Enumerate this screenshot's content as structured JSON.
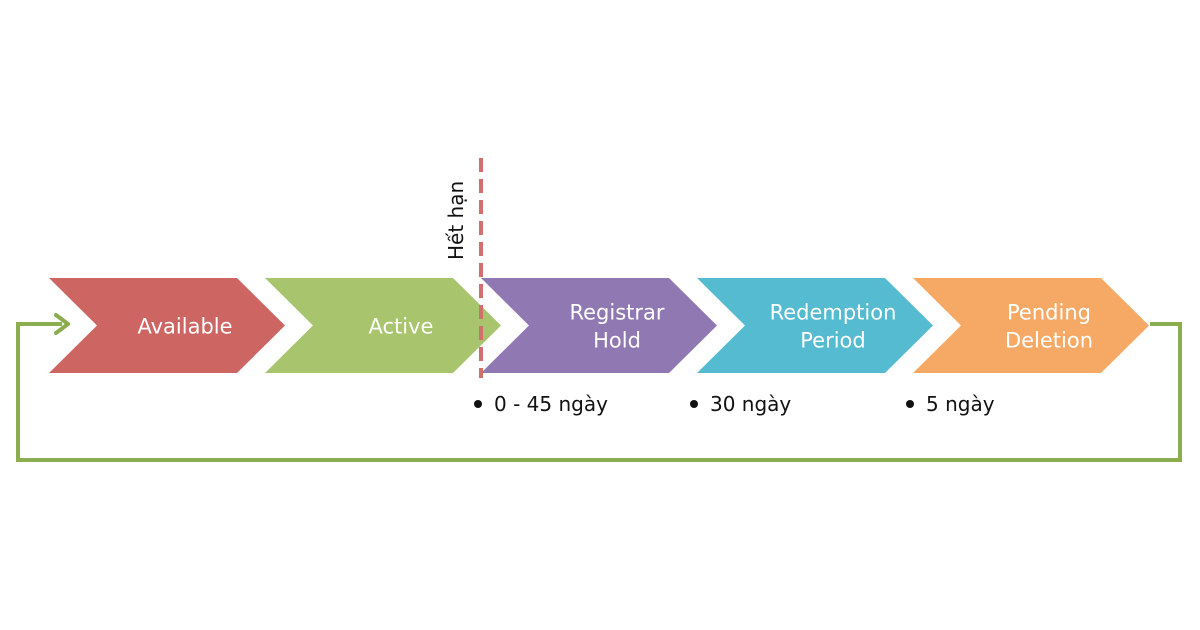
{
  "diagram": {
    "colors": {
      "loop": "#8bac4f",
      "marker": "#d36e6e",
      "bullet": "#111111"
    },
    "marker_label": "Hết hạn",
    "stages": [
      {
        "id": "available",
        "lines": [
          "Available"
        ],
        "color": "#cd6663"
      },
      {
        "id": "active",
        "lines": [
          "Active"
        ],
        "color": "#a8c46d"
      },
      {
        "id": "registrar-hold",
        "lines": [
          "Registrar",
          "Hold"
        ],
        "color": "#9079b3"
      },
      {
        "id": "redemption-period",
        "lines": [
          "Redemption",
          "Period"
        ],
        "color": "#55bbd0"
      },
      {
        "id": "pending-deletion",
        "lines": [
          "Pending",
          "Deletion"
        ],
        "color": "#f6a965"
      }
    ],
    "durations": [
      {
        "stage": "registrar-hold",
        "text": "0 - 45 ngày"
      },
      {
        "stage": "redemption-period",
        "text": "30 ngày"
      },
      {
        "stage": "pending-deletion",
        "text": "5 ngày"
      }
    ]
  }
}
